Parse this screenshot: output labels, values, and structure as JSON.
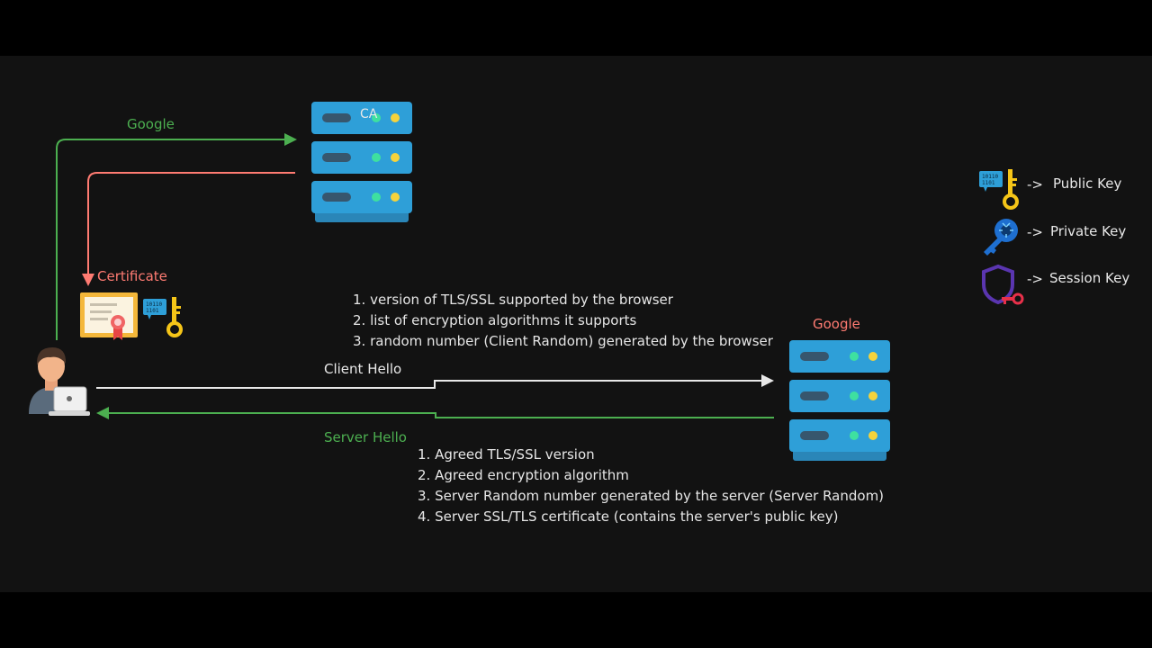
{
  "labels": {
    "google_top": "Google",
    "certificate": "Certificate",
    "ca": "CA",
    "google_server": "Google",
    "client_hello": "Client Hello",
    "server_hello": "Server Hello"
  },
  "client_hello_items": [
    "1. version of TLS/SSL supported by the browser",
    "2. list of encryption algorithms it supports",
    "3. random number (Client Random) generated by the browser"
  ],
  "server_hello_items": [
    "1. Agreed TLS/SSL version",
    "2. Agreed encryption algorithm",
    "3. Server Random number generated by the server (Server Random)",
    "4. Server SSL/TLS certificate (contains the server's public key)"
  ],
  "legend": [
    {
      "arrow": "->",
      "label": "Public Key",
      "icon": "public-key-icon"
    },
    {
      "arrow": "->",
      "label": "Private Key",
      "icon": "private-key-icon"
    },
    {
      "arrow": "->",
      "label": "Session Key",
      "icon": "session-key-icon"
    }
  ],
  "colors": {
    "green": "#4caf50",
    "pink": "#ff7b72",
    "server_blue": "#2e9fd8",
    "server_dark": "#2a86b8",
    "light_green": "#3ee0a0",
    "yellow": "#f5d33c"
  }
}
